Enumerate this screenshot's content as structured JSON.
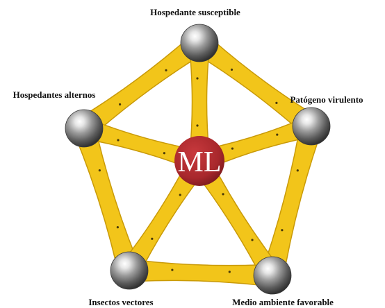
{
  "diagram": {
    "center": {
      "label": "ML",
      "color": "#a8282c"
    },
    "nodes": [
      {
        "id": "top",
        "label": "Hospedante susceptible"
      },
      {
        "id": "right",
        "label": "Patógeno virulento"
      },
      {
        "id": "bottom-right",
        "label": "Medio ambiente favorable"
      },
      {
        "id": "bottom-left",
        "label": "Insectos vectores"
      },
      {
        "id": "left",
        "label": "Hospedantes alternos"
      }
    ],
    "colors": {
      "rod": "#f2c51a",
      "rod_shadow": "#c99a08",
      "sphere": "#9a9a9a"
    }
  }
}
